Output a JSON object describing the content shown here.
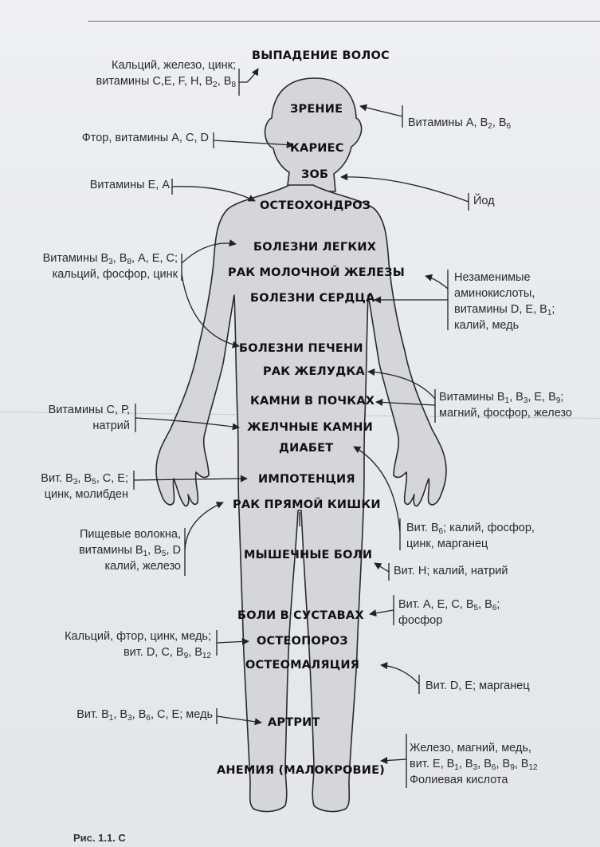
{
  "diseases": {
    "hair_loss": "ВЫПАДЕНИЕ ВОЛОС",
    "vision": "ЗРЕНИЕ",
    "caries": "КАРИЕС",
    "goiter": "ЗОБ",
    "osteochondrosis": "ОСТЕОХОНДРОЗ",
    "lung_disease": "БОЛЕЗНИ ЛЕГКИХ",
    "breast_cancer": "РАК МОЛОЧНОЙ ЖЕЛЕЗЫ",
    "heart_disease": "БОЛЕЗНИ СЕРДЦА",
    "liver_disease": "БОЛЕЗНИ ПЕЧЕНИ",
    "stomach_cancer": "РАК ЖЕЛУДКА",
    "kidney_stones": "КАМНИ В ПОЧКАХ",
    "gallstones": "ЖЕЛЧНЫЕ КАМНИ",
    "diabetes": "ДИАБЕТ",
    "impotence": "ИМПОТЕНЦИЯ",
    "rectal_cancer": "РАК ПРЯМОЙ КИШКИ",
    "muscle_pain": "МЫШЕЧНЫЕ БОЛИ",
    "joint_pain": "БОЛИ В СУСТАВАХ",
    "osteoporosis": "ОСТЕОПОРОЗ",
    "osteomalacia": "ОСТЕОМАЛЯЦИЯ",
    "arthritis": "АРТРИТ",
    "anemia": "АНЕМИЯ (МАЛОКРОВИЕ)"
  },
  "notes": {
    "hair_loss_nutrients": {
      "line1": "Кальций, железо, цинк;",
      "line2_text": "витамины С,Е, F, Н, В",
      "s1": "2",
      "sep1": ", В",
      "s2": "8"
    },
    "vision_nutrients": {
      "text": "Витамины А, В",
      "s1": "2",
      "sep1": ", В",
      "s2": "6"
    },
    "caries_nutrients": "Фтор, витамины А, С, D",
    "osteochondrosis_nutrients": "Витамины Е, А",
    "goiter_nutrients": "Йод",
    "lung_nutrients": {
      "line1_text": "Витамины В",
      "s1": "3",
      "sep1": ", В",
      "s2": "8",
      "line1_rest": ", А, Е, С;",
      "line2": "кальций, фосфор, цинк"
    },
    "heart_nutrients": {
      "line1": "Незаменимые",
      "line2": "аминокислоты,",
      "line3_text": "витамины D, Е, В",
      "s1": "1",
      "line3_rest": ";",
      "line4": "калий, медь"
    },
    "gallstone_nutrients": {
      "line1": "Витамины С, Р,",
      "line2": "натрий"
    },
    "kidney_nutrients": {
      "line1_text": "Витамины В",
      "s1": "1",
      "sep1": ", В",
      "s2": "3",
      "line1_rest": ", Е, В",
      "s3": "9",
      "line1_end": ";",
      "line2": "магний, фосфор, железо"
    },
    "impotence_nutrients": {
      "line1_text": "Вит. В",
      "s1": "3",
      "sep1": ", В",
      "s2": "5",
      "line1_rest": ", С, Е;",
      "line2": "цинк, молибден"
    },
    "rectal_nutrients": {
      "line1": "Пищевые волокна,",
      "line2_text": "витамины В",
      "s1": "1",
      "sep1": ", В",
      "s2": "5",
      "line2_rest": ", D",
      "line3": "калий, железо"
    },
    "diabetes_nutrients": {
      "line1_text": "Вит. В",
      "s1": "6",
      "line1_rest": "; калий, фосфор,",
      "line2": "цинк, марганец"
    },
    "muscle_nutrients": "Вит. Н; калий, натрий",
    "joint_nutrients": {
      "line1_text": "Вит. А, Е, С, В",
      "s1": "5",
      "sep1": ", В",
      "s2": "6",
      "line1_rest": ";",
      "line2": "фосфор"
    },
    "osteoporosis_nutrients": {
      "line1": "Кальций, фтор, цинк, медь;",
      "line2_text": "вит. D, С, В",
      "s1": "9",
      "sep1": ", В",
      "s2": "12"
    },
    "osteomalacia_nutrients": "Вит. D, Е; марганец",
    "arthritis_nutrients": {
      "text": "Вит. В",
      "s1": "1",
      "sep1": ", В",
      "s2": "3",
      "sep2": ", В",
      "s3": "6",
      "rest": ", С, Е; медь"
    },
    "anemia_nutrients": {
      "line1": "Железо, магний, медь,",
      "line2_text": "вит. Е, В",
      "s1": "1",
      "sep1": ", В",
      "s2": "3",
      "sep2": ", В",
      "s3": "6",
      "sep3": ", В",
      "s4": "9",
      "sep4": ", В",
      "s5": "12",
      "line3": "Фолиевая кислота"
    }
  },
  "footer": "Рис. 1.1. С"
}
